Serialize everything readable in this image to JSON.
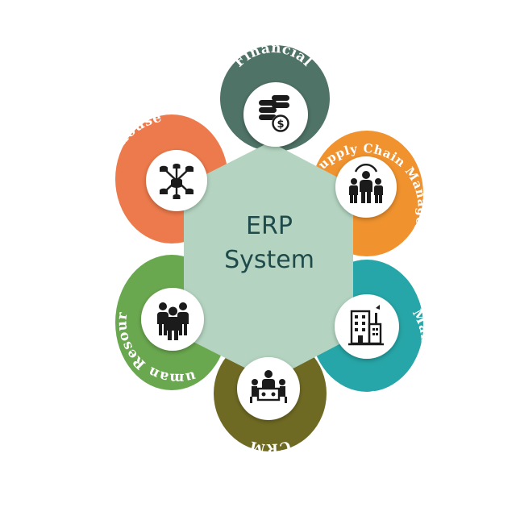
{
  "center": {
    "line1": "ERP",
    "line2": "System"
  },
  "modules": [
    {
      "label": "Financial",
      "color": "#4f7366",
      "icon": "money-coins-icon"
    },
    {
      "label": "Supply Chain Management",
      "color": "#f0922e",
      "icon": "team-leader-icon"
    },
    {
      "label": "Manufacturing",
      "color": "#26a6a8",
      "icon": "factory-building-icon"
    },
    {
      "label": "CRM",
      "color": "#6f6a23",
      "icon": "meeting-table-icon"
    },
    {
      "label": "Human Resource",
      "color": "#6aa84f",
      "icon": "people-group-icon"
    },
    {
      "label": "Data Warehouse",
      "color": "#ed7a4c",
      "icon": "database-network-icon"
    }
  ],
  "hexagon_color": "#b4d4c1"
}
